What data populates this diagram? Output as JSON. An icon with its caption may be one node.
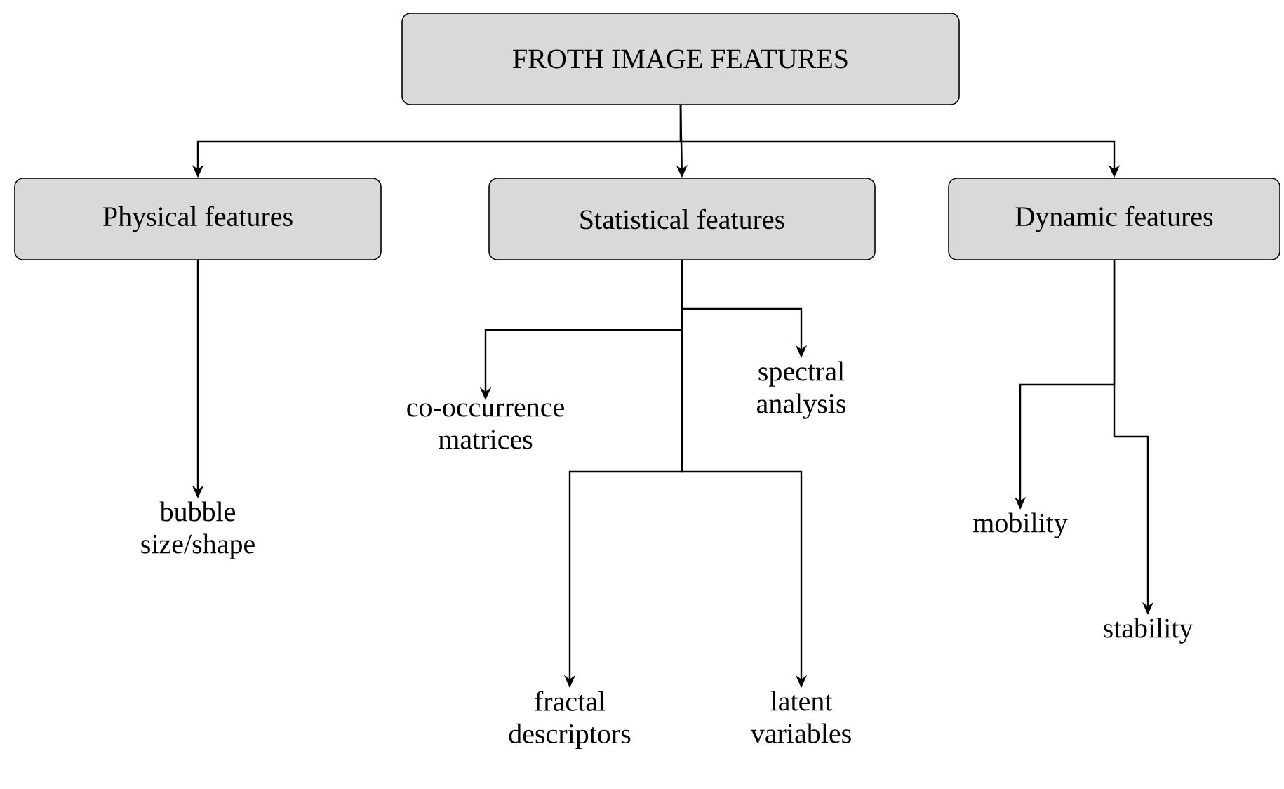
{
  "diagram": {
    "nodes": [
      {
        "text": [
          "FROTH IMAGE FEATURES"
        ]
      },
      {
        "text": [
          "Physical features"
        ]
      },
      {
        "text": [
          "Statistical features"
        ]
      },
      {
        "text": [
          "Dynamic features"
        ]
      },
      {
        "text": [
          "co-occurrence matrices"
        ]
      },
      {
        "text": [
          "spectral analysis"
        ]
      },
      {
        "text": [
          "bubble size/shape"
        ]
      },
      {
        "text": [
          "fractal descriptors"
        ]
      },
      {
        "text": [
          "latent variables"
        ]
      },
      {
        "text": [
          "mobility"
        ]
      },
      {
        "text": [
          "stability"
        ]
      }
    ],
    "edges": [
      {
        "from": 0,
        "to": 1,
        "arrow": "to"
      },
      {
        "from": 0,
        "to": 2,
        "arrow": "to"
      },
      {
        "from": 0,
        "to": 3,
        "arrow": "to"
      },
      {
        "from": 1,
        "to": 6,
        "arrow": "to"
      },
      {
        "from": 2,
        "to": 4,
        "arrow": "to"
      },
      {
        "from": 2,
        "to": 5,
        "arrow": "to"
      },
      {
        "from": 2,
        "to": 7,
        "arrow": "to"
      },
      {
        "from": 2,
        "to": 8,
        "arrow": "to"
      },
      {
        "from": 3,
        "to": 9,
        "arrow": "to"
      },
      {
        "from": 3,
        "to": 10,
        "arrow": "to"
      }
    ]
  }
}
